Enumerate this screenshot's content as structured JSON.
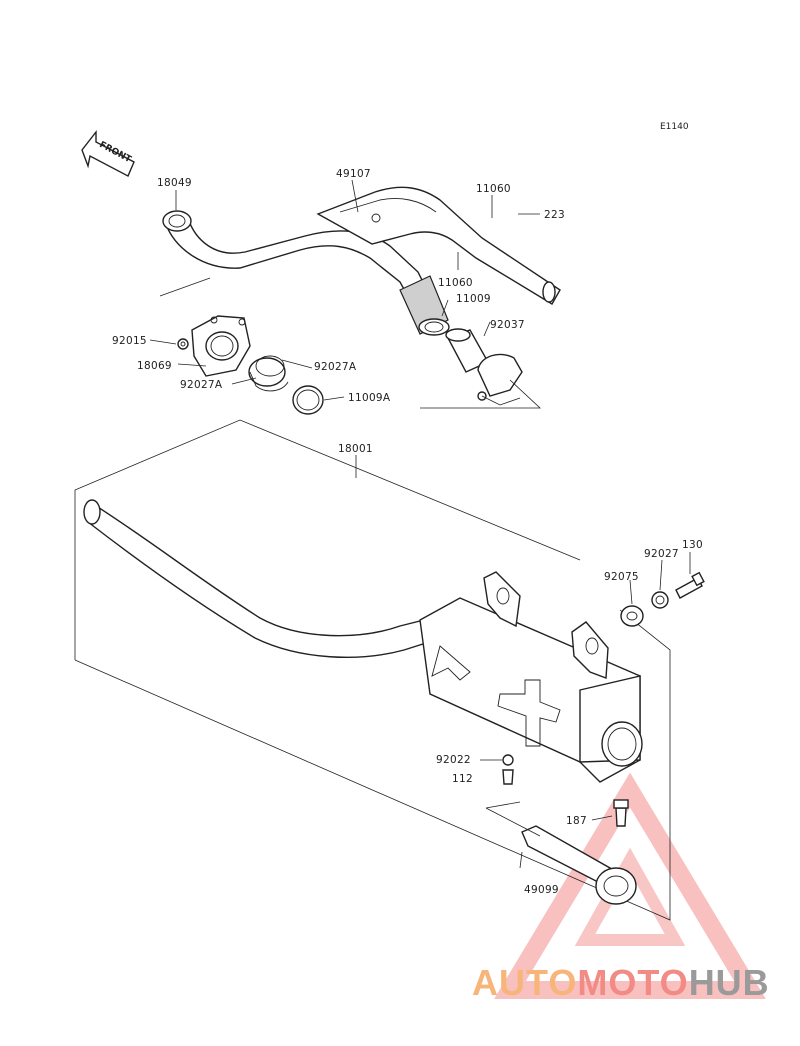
{
  "diagram_code": "E1140",
  "front_label": "FRONT",
  "parts": [
    {
      "id": "p18049",
      "label": "18049"
    },
    {
      "id": "p49107",
      "label": "49107"
    },
    {
      "id": "p11060a",
      "label": "11060"
    },
    {
      "id": "p223",
      "label": "223"
    },
    {
      "id": "p11060b",
      "label": "11060"
    },
    {
      "id": "p11009",
      "label": "11009"
    },
    {
      "id": "p92037",
      "label": "92037"
    },
    {
      "id": "p92015",
      "label": "92015"
    },
    {
      "id": "p18069",
      "label": "18069"
    },
    {
      "id": "p92027A_r",
      "label": "92027A"
    },
    {
      "id": "p92027A_l",
      "label": "92027A"
    },
    {
      "id": "p11009A",
      "label": "11009A"
    },
    {
      "id": "p18001",
      "label": "18001"
    },
    {
      "id": "p130",
      "label": "130"
    },
    {
      "id": "p92027",
      "label": "92027"
    },
    {
      "id": "p92075",
      "label": "92075"
    },
    {
      "id": "p92022",
      "label": "92022"
    },
    {
      "id": "p112",
      "label": "112"
    },
    {
      "id": "p187",
      "label": "187"
    },
    {
      "id": "p49099",
      "label": "49099"
    }
  ],
  "watermark": {
    "part1": "AUTO",
    "part2": "MOTO",
    "part3": "HUB",
    "color_orange": "#f7b57a",
    "color_red": "#f28a85",
    "color_gray": "#9a9a9a"
  }
}
